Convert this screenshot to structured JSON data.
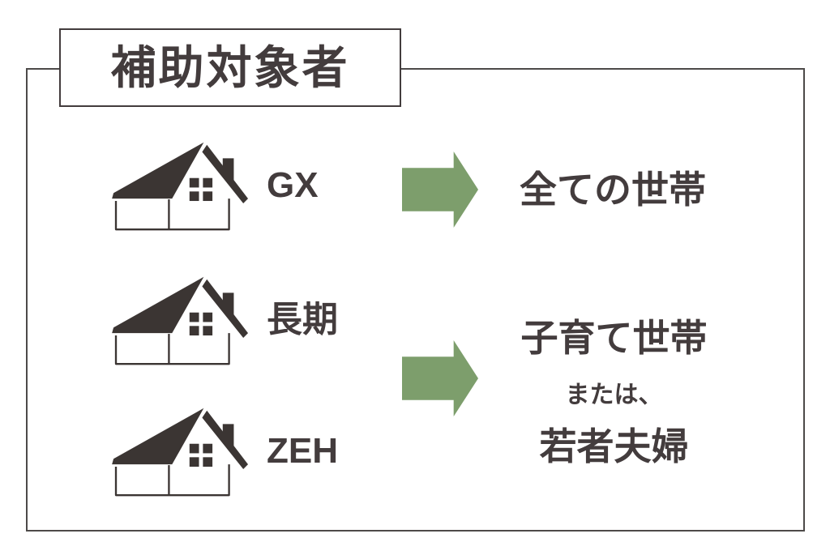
{
  "title": "補助対象者",
  "colors": {
    "ink": "#3b3533",
    "text": "#433c3d",
    "arrow_green": "#7d9e6c",
    "frame_border": "#4d4a49",
    "background": "#ffffff"
  },
  "rows": [
    {
      "label": "GX",
      "target": "全ての世帯"
    },
    {
      "label": "長期"
    },
    {
      "label": "ZEH"
    }
  ],
  "shared_target": {
    "line1": "子育て世帯",
    "conjunction": "または、",
    "line2": "若者夫婦"
  },
  "icons": {
    "house": "house-icon",
    "arrow": "arrow-right-icon"
  }
}
